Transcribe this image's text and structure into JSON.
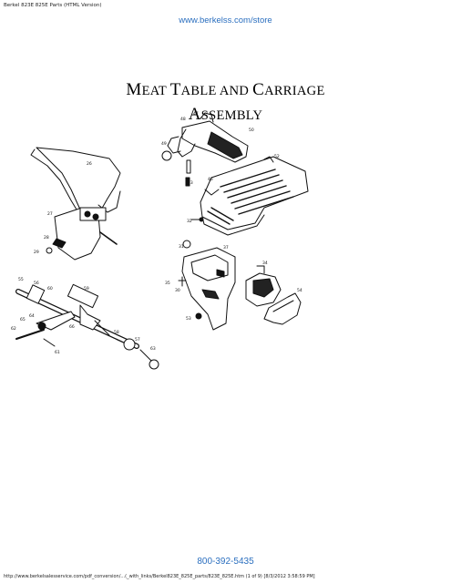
{
  "header": {
    "window_title": "Berkel 823E 825E Parts (HTML Version)",
    "store_link": "www.berkelss.com/store"
  },
  "title": {
    "line1_first_cap": "M",
    "line1_word1_rest": "EAT ",
    "line1_cap2": "T",
    "line1_rest2": "ABLE AND ",
    "line1_cap3": "C",
    "line1_rest3": "ARRIAGE",
    "line2_cap": "A",
    "line2_rest": "SSEMBLY"
  },
  "diagram": {
    "part_labels": [
      "48",
      "47",
      "50",
      "49",
      "26",
      "27",
      "28",
      "29",
      "46",
      "33",
      "52",
      "32",
      "37",
      "31",
      "35",
      "34",
      "30",
      "53",
      "54",
      "55",
      "56",
      "62",
      "61",
      "60",
      "59",
      "58",
      "57",
      "63",
      "64",
      "65",
      "66"
    ]
  },
  "footer": {
    "phone": "800-392-5435",
    "url_line": "http://www.berkelsalesservice.com/pdf_conversion/...(_with_links/Berkel823E_825E_parts/823E_825E.htm (1 of 9) [8/3/2012 3:58:59 PM]"
  }
}
